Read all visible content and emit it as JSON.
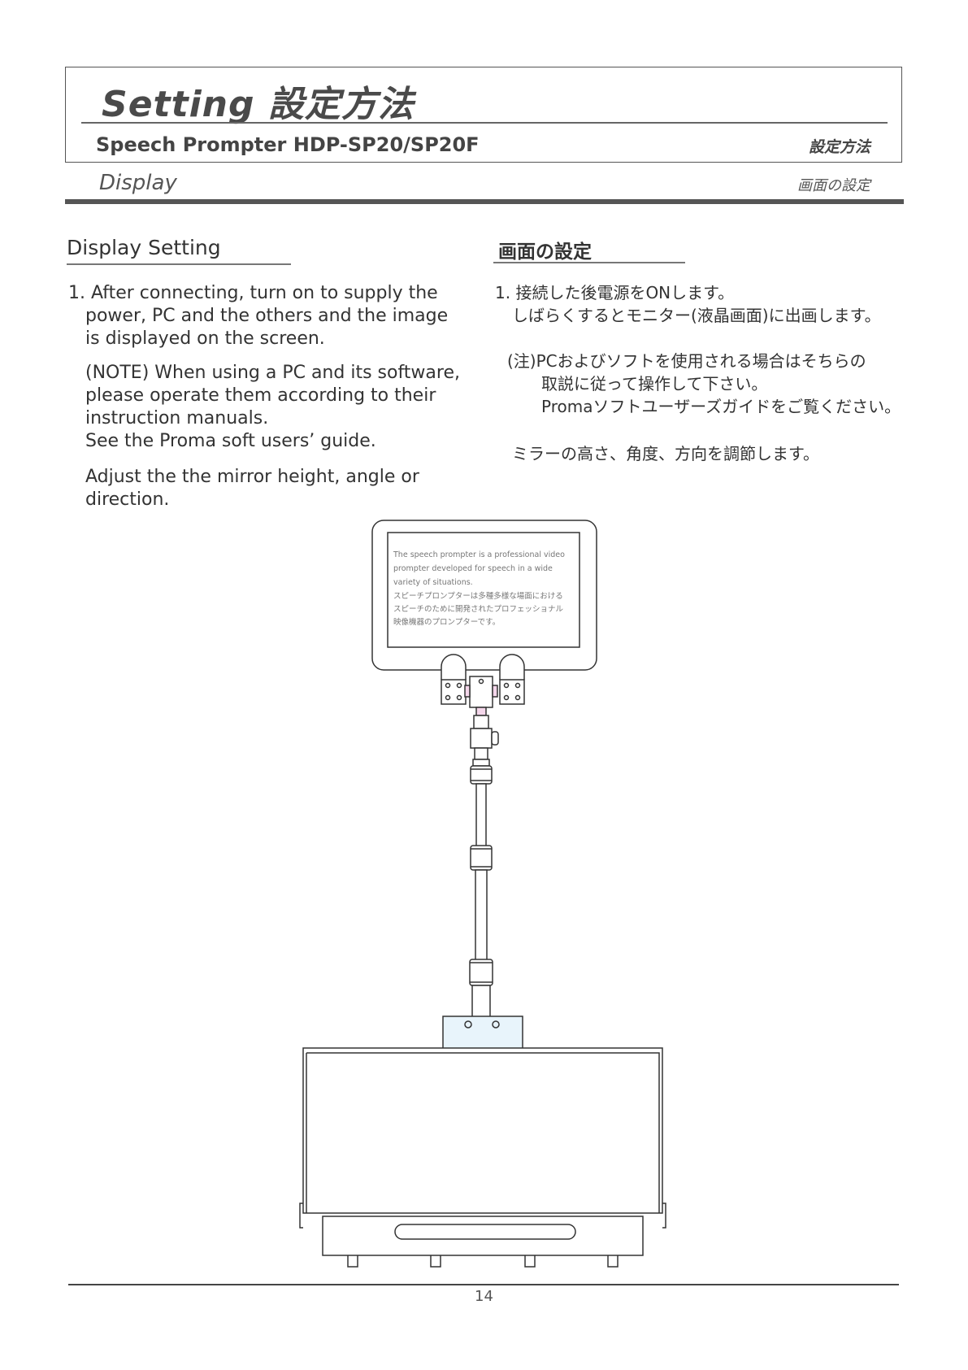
{
  "header": {
    "title": "Setting  設定方法",
    "product": "Speech Prompter HDP-SP20/SP20F",
    "product_ja": "設定方法",
    "section_en": "Display",
    "section_ja": "画面の設定"
  },
  "english": {
    "heading": "Display Setting",
    "step1": [
      "1. After connecting, turn on to supply the",
      "power, PC and the others and the image",
      "is displayed on the screen."
    ],
    "note": [
      "(NOTE) When using a PC and its software,",
      "please operate them according to their",
      "instruction manuals.",
      "See the Proma soft users’ guide."
    ],
    "adjust": [
      "Adjust the the mirror height, angle or",
      "direction."
    ]
  },
  "japanese": {
    "heading": "画面の設定",
    "step1": [
      "1. 接続した後電源をONします。",
      "しばらくするとモニター(液晶画面)に出画します。"
    ],
    "note": [
      "(注)PCおよびソフトを使用される場合はそちらの",
      "取説に従って操作して下さい。",
      "Promaソフトユーザーズガイドをご覧ください。"
    ],
    "adjust": "ミラーの高さ、角度、方向を調節します。"
  },
  "illustration": {
    "screen_lines": [
      "The speech prompter is a professional video",
      "prompter developed for speech in a wide",
      "variety of situations.",
      "スピーチプロンプターは多種多様な場面における",
      "スピーチのために開発されたプロフェッショナル",
      "映像機器のプロンプターです。"
    ]
  },
  "footer": {
    "page_number": "14"
  }
}
